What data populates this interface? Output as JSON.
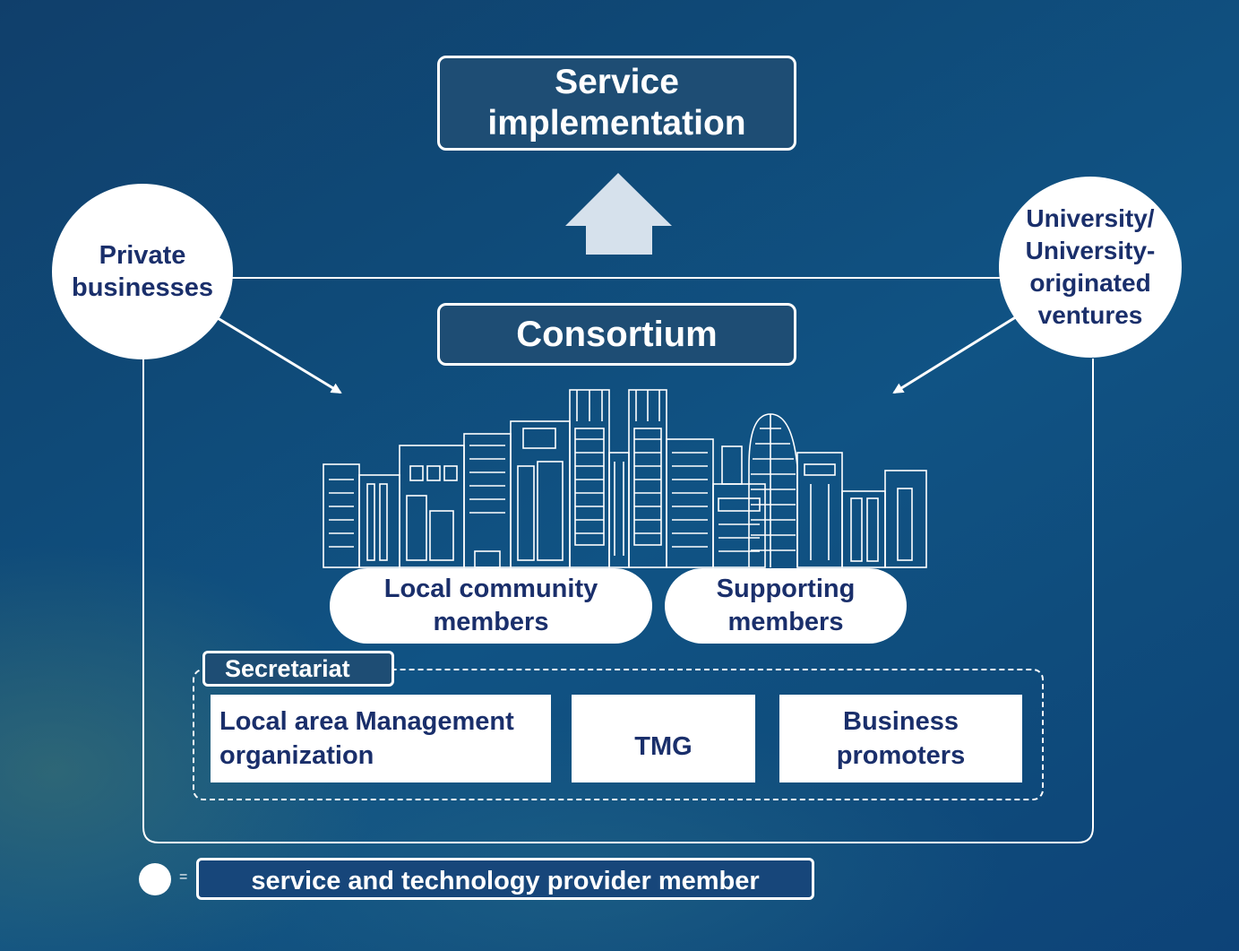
{
  "service_implementation": "Service\nimplementation",
  "consortium": "Consortium",
  "private_businesses": "Private\nbusinesses",
  "university": "University/\nUniversity-\noriginated\nventures",
  "local_community_members": "Local community\nmembers",
  "supporting_members": "Supporting\nmembers",
  "secretariat": "Secretariat",
  "secretariat_members": [
    "Local area Management\norganization",
    "TMG",
    "Business\npromoters"
  ],
  "legend": {
    "symbol_equals": "=",
    "label": "service and technology provider member"
  },
  "colors": {
    "background": "#0f4a78",
    "box_fill": "#1e4d74",
    "text_dark": "#1a2f6b",
    "arrow_up": "#d6e1ec",
    "line": "#ffffff"
  }
}
